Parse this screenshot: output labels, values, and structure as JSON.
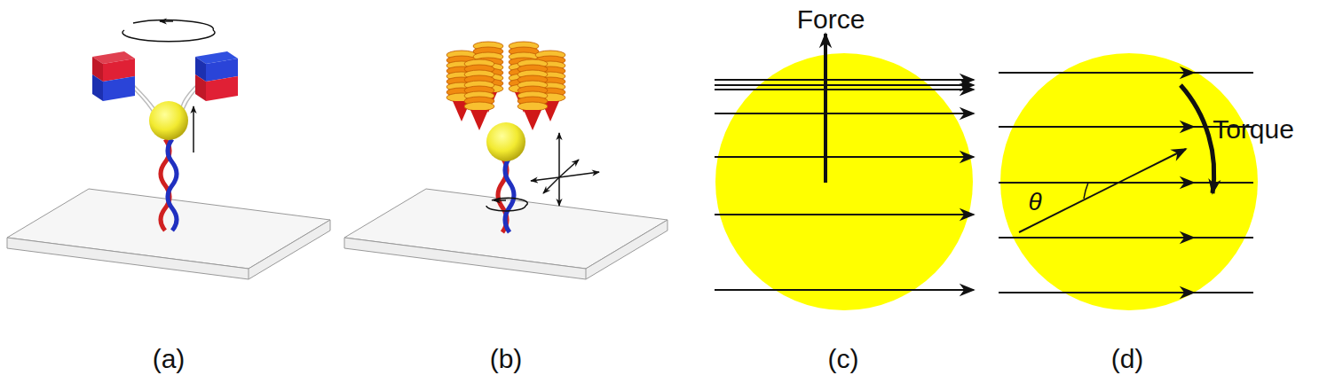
{
  "diagram": {
    "labels": [
      "Force",
      "Torque",
      "θ",
      "(a)",
      "(b)",
      "(c)",
      "(d)"
    ]
  }
}
